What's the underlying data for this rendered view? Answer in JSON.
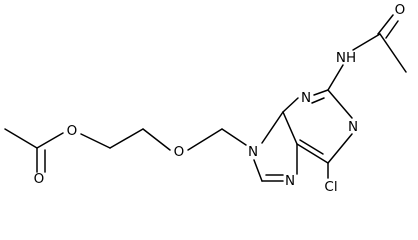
{
  "molecule": {
    "atom_labels": {
      "nh": "NH",
      "acetamide_o": "O",
      "n1": "N",
      "n3": "N",
      "n7": "N",
      "n9": "N",
      "cl": "Cl",
      "ether_o": "O",
      "ester_o": "O",
      "carbonyl_o": "O"
    }
  }
}
